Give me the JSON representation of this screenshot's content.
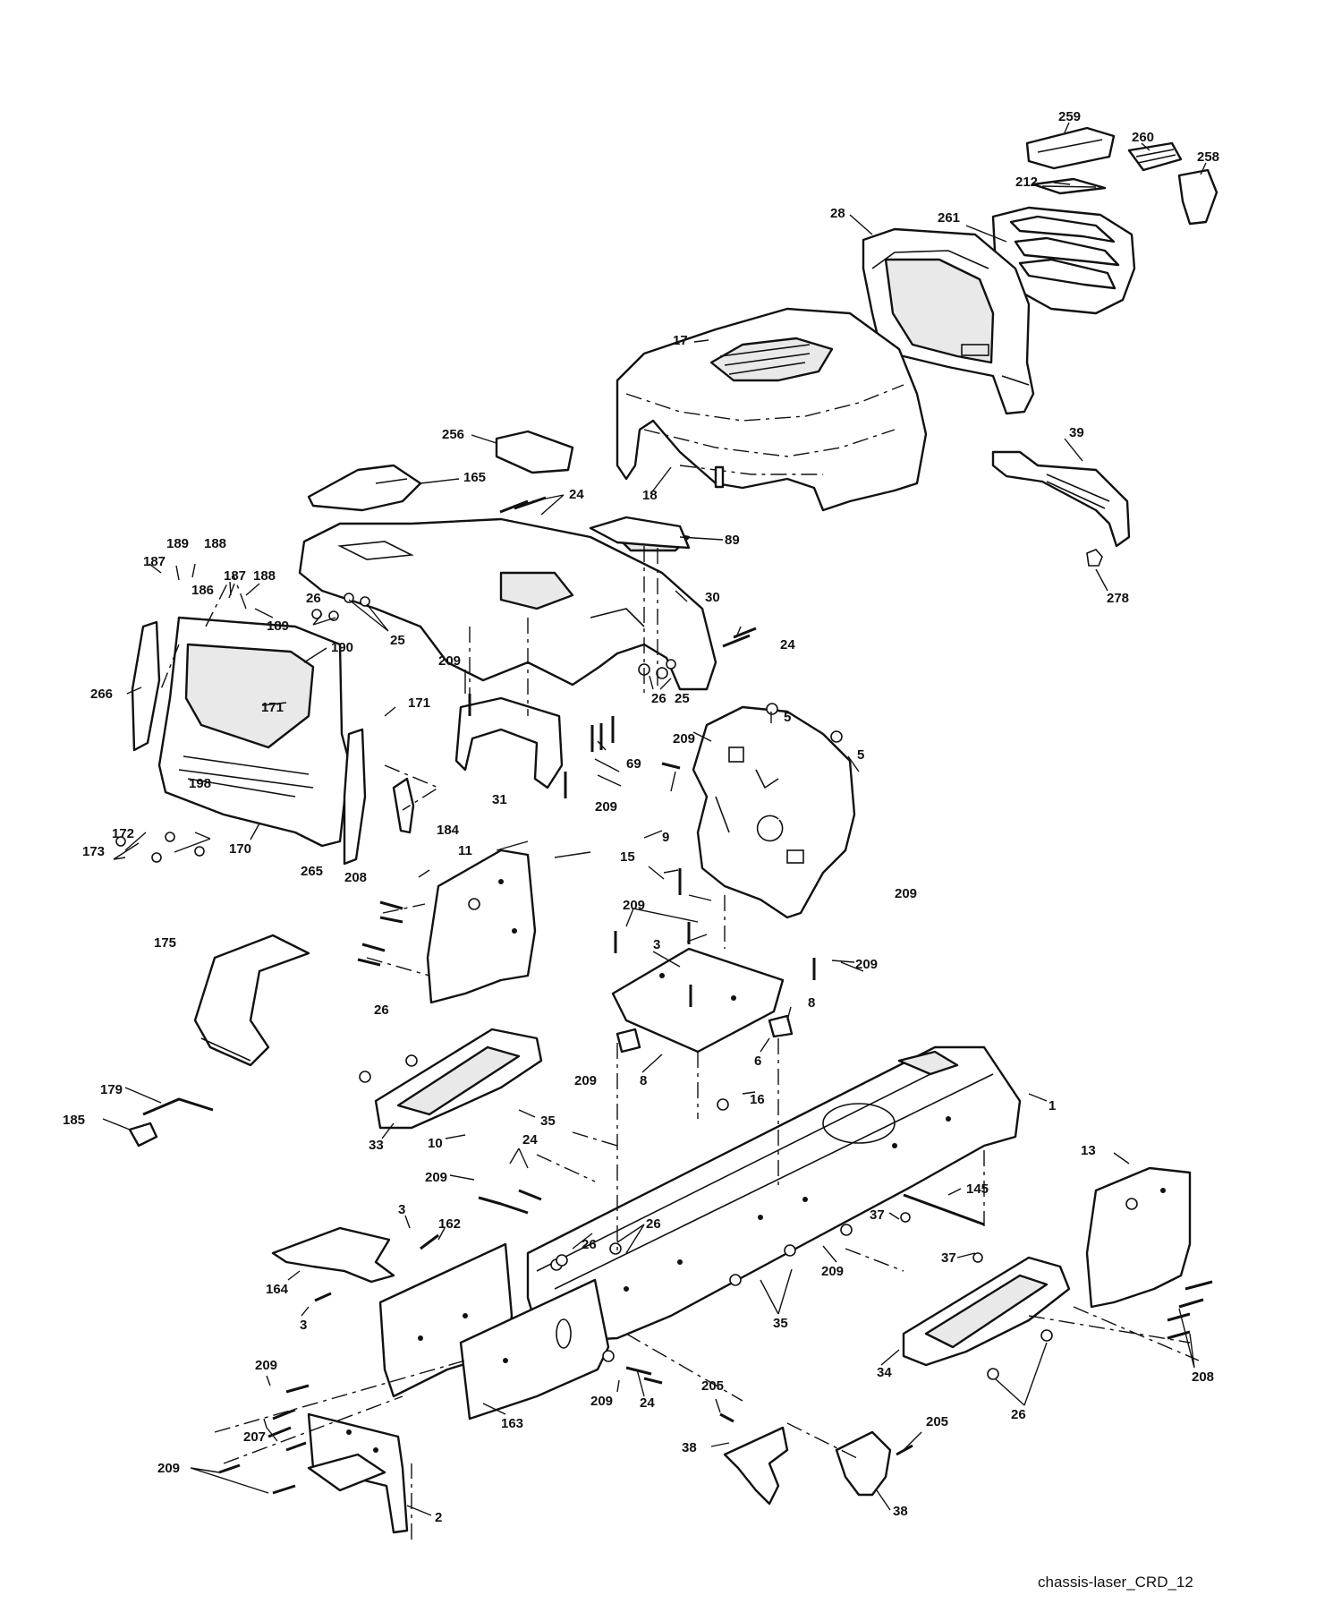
{
  "caption": "chassis-laser_CRD_12",
  "callouts": [
    {
      "id": "c259",
      "text": "259"
    },
    {
      "id": "c260",
      "text": "260"
    },
    {
      "id": "c258",
      "text": "258"
    },
    {
      "id": "c212",
      "text": "212"
    },
    {
      "id": "c28",
      "text": "28"
    },
    {
      "id": "c261",
      "text": "261"
    },
    {
      "id": "c17",
      "text": "17"
    },
    {
      "id": "c256",
      "text": "256"
    },
    {
      "id": "c165",
      "text": "165"
    },
    {
      "id": "c24a",
      "text": "24"
    },
    {
      "id": "c18",
      "text": "18"
    },
    {
      "id": "c39",
      "text": "39"
    },
    {
      "id": "c89",
      "text": "89"
    },
    {
      "id": "c278",
      "text": "278"
    },
    {
      "id": "c189a",
      "text": "189"
    },
    {
      "id": "c188a",
      "text": "188"
    },
    {
      "id": "c187a",
      "text": "187"
    },
    {
      "id": "c186",
      "text": "186"
    },
    {
      "id": "c187b",
      "text": "187"
    },
    {
      "id": "c188b",
      "text": "188"
    },
    {
      "id": "c189b",
      "text": "189"
    },
    {
      "id": "c26a",
      "text": "26"
    },
    {
      "id": "c25a",
      "text": "25"
    },
    {
      "id": "c30",
      "text": "30"
    },
    {
      "id": "c24b",
      "text": "24"
    },
    {
      "id": "c190",
      "text": "190"
    },
    {
      "id": "c266",
      "text": "266"
    },
    {
      "id": "c171a",
      "text": "171"
    },
    {
      "id": "c171b",
      "text": "171"
    },
    {
      "id": "c209a",
      "text": "209"
    },
    {
      "id": "c26b",
      "text": "26"
    },
    {
      "id": "c25b",
      "text": "25"
    },
    {
      "id": "c5a",
      "text": "5"
    },
    {
      "id": "c5b",
      "text": "5"
    },
    {
      "id": "c209b",
      "text": "209"
    },
    {
      "id": "c69",
      "text": "69"
    },
    {
      "id": "c198",
      "text": "198"
    },
    {
      "id": "c172",
      "text": "172"
    },
    {
      "id": "c173",
      "text": "173"
    },
    {
      "id": "c170",
      "text": "170"
    },
    {
      "id": "c31",
      "text": "31"
    },
    {
      "id": "c209c",
      "text": "209"
    },
    {
      "id": "c184",
      "text": "184"
    },
    {
      "id": "c9",
      "text": "9"
    },
    {
      "id": "c11",
      "text": "11"
    },
    {
      "id": "c15",
      "text": "15"
    },
    {
      "id": "c265",
      "text": "265"
    },
    {
      "id": "c208a",
      "text": "208"
    },
    {
      "id": "c209d",
      "text": "209"
    },
    {
      "id": "c209e",
      "text": "209"
    },
    {
      "id": "c175",
      "text": "175"
    },
    {
      "id": "c3a",
      "text": "3"
    },
    {
      "id": "c209f",
      "text": "209"
    },
    {
      "id": "c26c",
      "text": "26"
    },
    {
      "id": "c8a",
      "text": "8"
    },
    {
      "id": "c209g",
      "text": "209"
    },
    {
      "id": "c6",
      "text": "6"
    },
    {
      "id": "c8b",
      "text": "8"
    },
    {
      "id": "c16",
      "text": "16"
    },
    {
      "id": "c1",
      "text": "1"
    },
    {
      "id": "c179",
      "text": "179"
    },
    {
      "id": "c35a",
      "text": "35"
    },
    {
      "id": "c185",
      "text": "185"
    },
    {
      "id": "c10",
      "text": "10"
    },
    {
      "id": "c33",
      "text": "33"
    },
    {
      "id": "c24c",
      "text": "24"
    },
    {
      "id": "c13",
      "text": "13"
    },
    {
      "id": "c209h",
      "text": "209"
    },
    {
      "id": "c145",
      "text": "145"
    },
    {
      "id": "c37a",
      "text": "37"
    },
    {
      "id": "c3b",
      "text": "3"
    },
    {
      "id": "c162",
      "text": "162"
    },
    {
      "id": "c26d",
      "text": "26"
    },
    {
      "id": "c26e",
      "text": "26"
    },
    {
      "id": "c37b",
      "text": "37"
    },
    {
      "id": "c209i",
      "text": "209"
    },
    {
      "id": "c164",
      "text": "164"
    },
    {
      "id": "c3c",
      "text": "3"
    },
    {
      "id": "c35b",
      "text": "35"
    },
    {
      "id": "c34",
      "text": "34"
    },
    {
      "id": "c208b",
      "text": "208"
    },
    {
      "id": "c209j",
      "text": "209"
    },
    {
      "id": "c163",
      "text": "163"
    },
    {
      "id": "c209k",
      "text": "209"
    },
    {
      "id": "c24d",
      "text": "24"
    },
    {
      "id": "c26f",
      "text": "26"
    },
    {
      "id": "c207",
      "text": "207"
    },
    {
      "id": "c205a",
      "text": "205"
    },
    {
      "id": "c205b",
      "text": "205"
    },
    {
      "id": "c209l",
      "text": "209"
    },
    {
      "id": "c2",
      "text": "2"
    },
    {
      "id": "c38a",
      "text": "38"
    },
    {
      "id": "c38b",
      "text": "38"
    }
  ]
}
